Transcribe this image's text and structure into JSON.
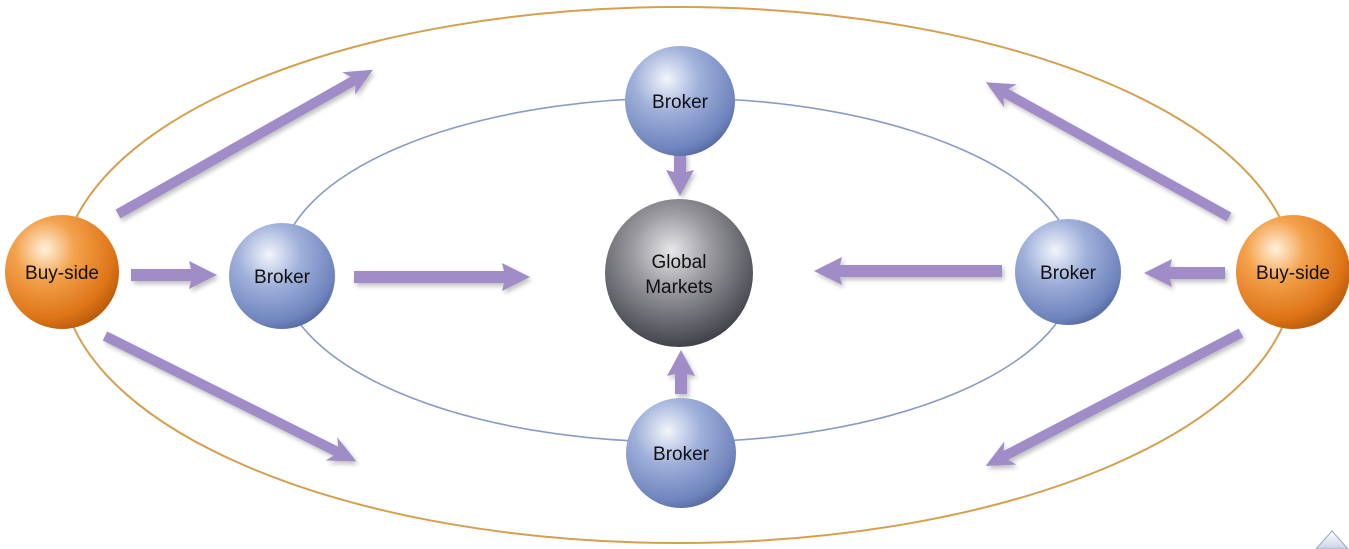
{
  "colors": {
    "outer_orbit": "#d4a050",
    "inner_orbit": "#8a9bc4",
    "arrow": "#a08cc6",
    "buy_side_sphere": "#e8832a",
    "broker_sphere": "#7f93c9",
    "market_sphere": "#4a4a52",
    "corner_triangle": "#c9d3e6"
  },
  "center": {
    "line1": "Global",
    "line2": "Markets"
  },
  "nodes": {
    "buy_side_left": "Buy-side",
    "buy_side_right": "Buy-side",
    "broker_top": "Broker",
    "broker_bottom": "Broker",
    "broker_left": "Broker",
    "broker_right": "Broker"
  },
  "icons": {
    "corner": "triangle-up-icon"
  }
}
